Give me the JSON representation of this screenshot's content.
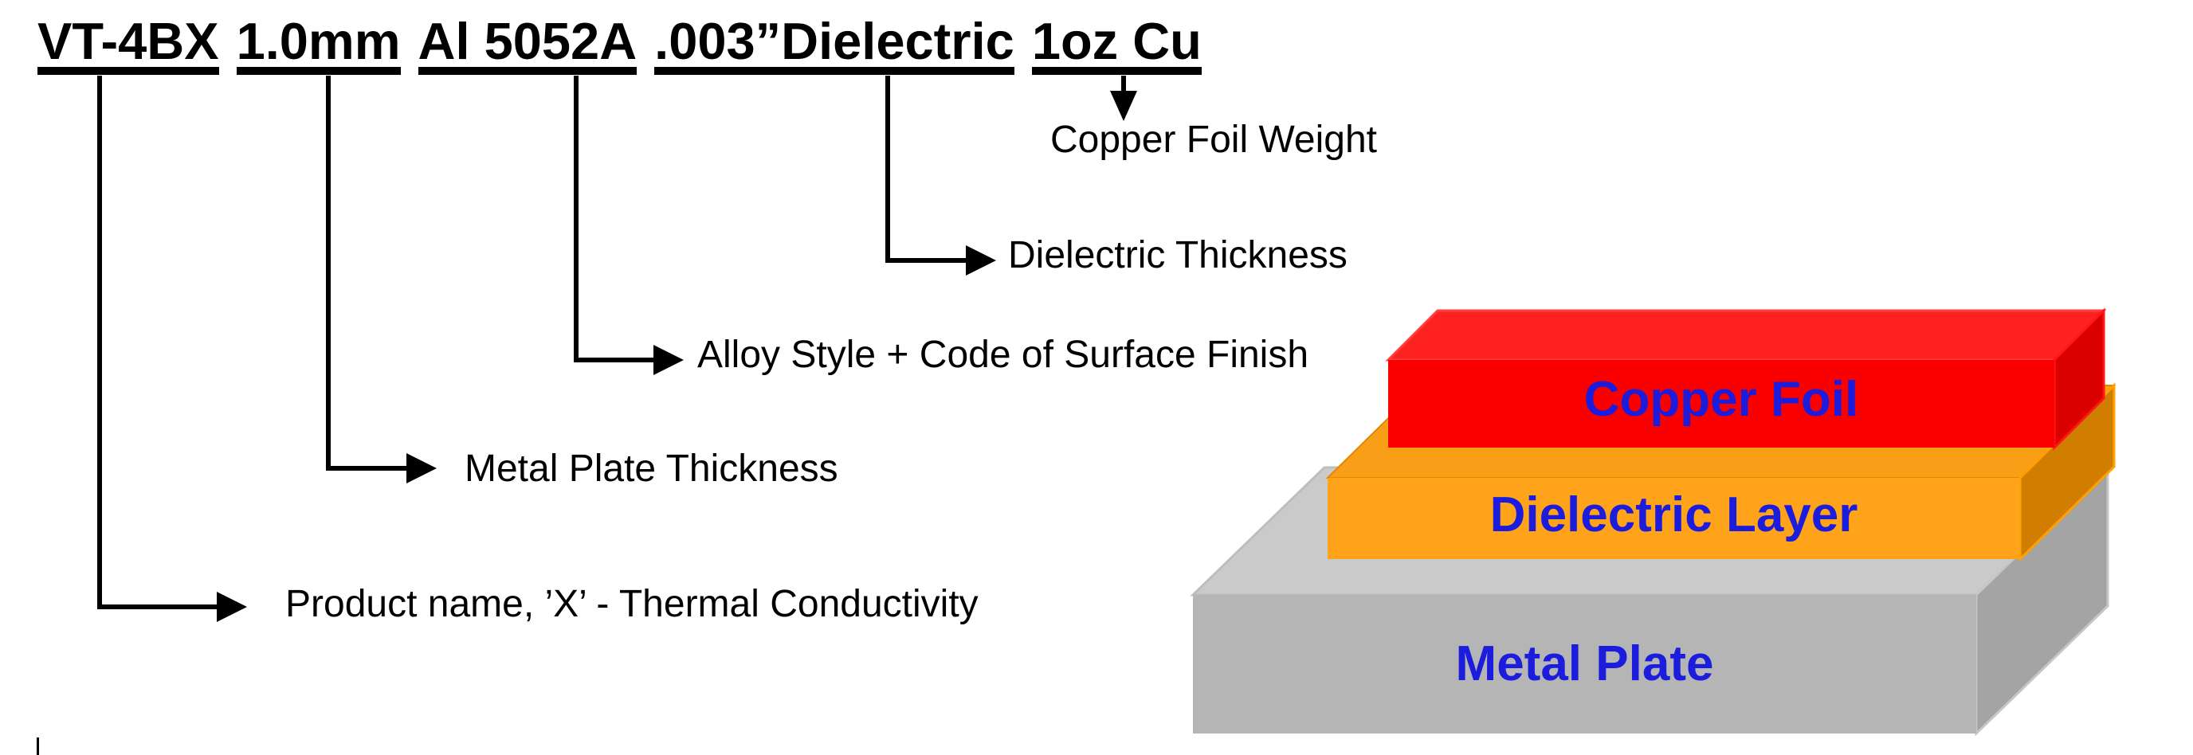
{
  "part_number": {
    "full": "VT-4BX 1.0mm Al 5052A .003”Dielectric 1oz Cu",
    "segments": [
      "VT-4BX",
      "1.0mm",
      "Al 5052A",
      ".003”Dielectric",
      "1oz Cu"
    ]
  },
  "callouts": [
    {
      "for_segment": "1oz Cu",
      "label": "Copper Foil Weight"
    },
    {
      "for_segment": ".003”Dielectric",
      "label": "Dielectric Thickness"
    },
    {
      "for_segment": "Al 5052A",
      "label": "Alloy Style + Code of Surface Finish"
    },
    {
      "for_segment": "1.0mm",
      "label": "Metal Plate Thickness"
    },
    {
      "for_segment": "VT-4BX",
      "label": "Product name, ’X’ - Thermal Conductivity"
    }
  ],
  "stack": {
    "label_color": "#1C1CDC",
    "layers": [
      {
        "label": "Copper Foil",
        "colors": {
          "front": "#FB0000",
          "top": "#FF2020",
          "side": "#DB0000"
        }
      },
      {
        "label": "Dielectric Layer",
        "colors": {
          "front": "#FFA41A",
          "top": "#F99F17",
          "side": "#D17E00"
        }
      },
      {
        "label": "Metal Plate",
        "colors": {
          "front": "#B5B5B5",
          "top": "#CACACA",
          "side": "#A4A4A4"
        }
      }
    ]
  },
  "line_color": "#000000",
  "background": "#FFFFFF"
}
